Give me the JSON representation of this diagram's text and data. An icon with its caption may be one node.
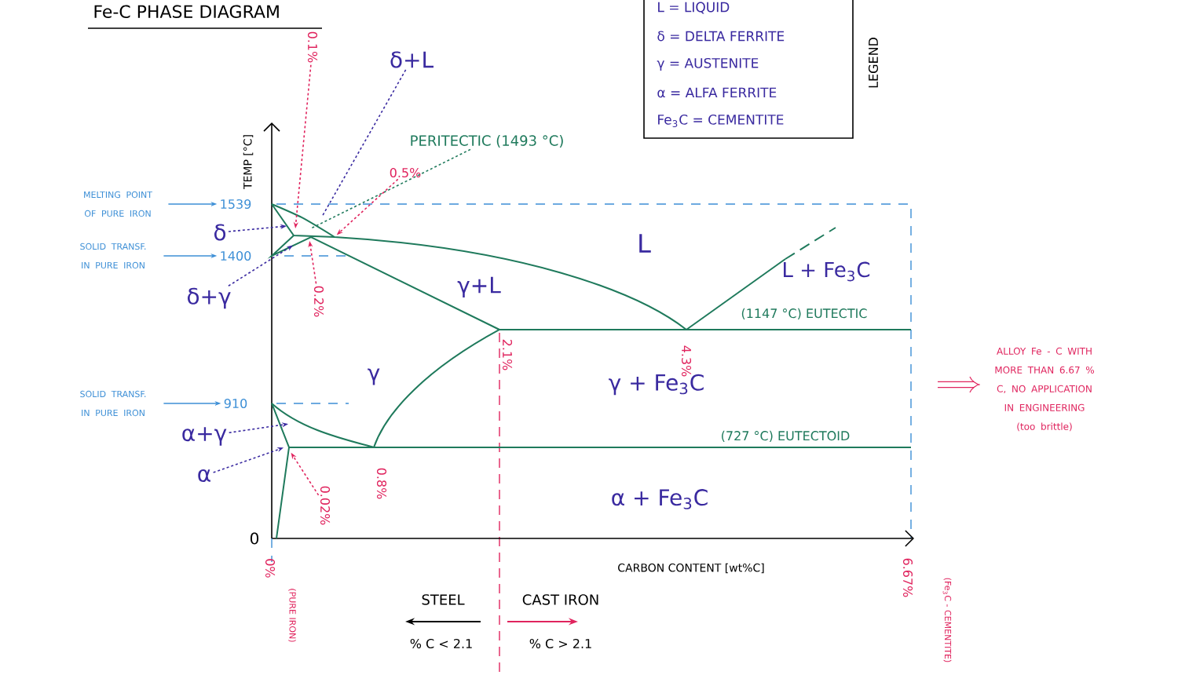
{
  "diagram": {
    "title": "Fe-C PHASE DIAGRAM",
    "nodes": [
      {
        "text": [
          "δ+L"
        ]
      },
      {
        "text": [
          "PERITECTIC (1493 °C)"
        ]
      },
      {
        "text": [
          "0.1%"
        ]
      },
      {
        "text": [
          "0.5%"
        ]
      },
      {
        "text": [
          "MELTING POINT OF PURE IRON"
        ]
      },
      {
        "text": [
          "1539"
        ]
      },
      {
        "text": [
          "δ"
        ]
      },
      {
        "text": [
          "SOLID TRANSF. IN PURE IRON"
        ]
      },
      {
        "text": [
          "1400"
        ]
      },
      {
        "text": [
          "0.2%"
        ]
      },
      {
        "text": [
          "δ+γ"
        ]
      },
      {
        "text": [
          "SOLID TRANSF. IN PURE IRON"
        ]
      },
      {
        "text": [
          "910"
        ]
      },
      {
        "text": [
          "α+γ"
        ]
      },
      {
        "text": [
          "α"
        ]
      },
      {
        "text": [
          "0.02%"
        ]
      }
    ],
    "edges": [
      {
        "from": 0,
        "to": null,
        "arrow": "none",
        "style": "dashed"
      },
      {
        "from": 1,
        "to": null,
        "arrow": "none",
        "style": "dashed",
        "color": "#1f7a5c"
      },
      {
        "from": 2,
        "to": null,
        "arrow": "to",
        "style": "dashed",
        "color": "#e0245e"
      },
      {
        "from": 3,
        "to": null,
        "arrow": "to",
        "style": "dashed",
        "color": "#e0245e"
      },
      {
        "from": 4,
        "to": 5,
        "arrow": "to",
        "color": "#3d8fd6"
      },
      {
        "from": 6,
        "to": null,
        "arrow": "to",
        "style": "dashed"
      },
      {
        "from": 7,
        "to": 8,
        "arrow": "to",
        "color": "#3d8fd6"
      },
      {
        "from": 9,
        "to": null,
        "arrow": "to",
        "style": "dashed",
        "color": "#e0245e"
      },
      {
        "from": 10,
        "to": null,
        "arrow": "to",
        "style": "dashed"
      },
      {
        "from": 11,
        "to": 12,
        "arrow": "to",
        "color": "#3d8fd6"
      },
      {
        "from": 13,
        "to": null,
        "arrow": "to",
        "style": "dashed"
      },
      {
        "from": 14,
        "to": null,
        "arrow": "to",
        "style": "dashed"
      },
      {
        "from": 15,
        "to": null,
        "arrow": "to",
        "style": "dashed",
        "color": "#e0245e"
      }
    ],
    "labels": [
      "LEGEND",
      "TEMP [°C]",
      "L",
      "L + Fe$_{3}$C",
      "γ+L",
      "(1147 °C) EUTECTIC",
      "γ",
      "2.1%",
      "4.3%",
      "γ + Fe$_{3}$C",
      "ALLOY Fe - C WITH MORE THAN 6.67 % C, NO APPLICATION IN ENGINEERING (too brittle)",
      "(727 °C) EUTECTOID",
      "0.8%",
      "α + Fe$_{3}$C",
      "0",
      "CARBON CONTENT [wt%C]",
      "0%",
      "(PURE IRON)",
      "6.67%",
      "(Fe$_{3}$C - CEMENTITE)",
      "STEEL",
      "CAST IRON",
      "% C < 2.1",
      "% C > 2.1"
    ],
    "legend": [
      {
        "text": "L = LIQUID"
      },
      {
        "text": "δ = DELTA FERRITE"
      },
      {
        "text": "γ = AUSTENITE"
      },
      {
        "text": "α = ALFA FERRITE"
      },
      {
        "text": "Fe$_{3}$C = CEMENTITE"
      }
    ]
  }
}
